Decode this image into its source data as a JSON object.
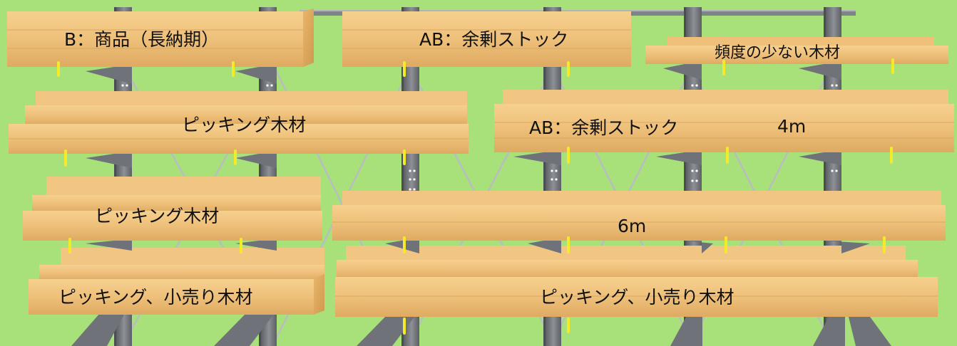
{
  "colors": {
    "background": "#a8e07a",
    "rack_steel": "#7f8288",
    "rack_steel_dark": "#55585e",
    "brace": "#b8bcc0",
    "lumber": "#f0c47c",
    "lumber_dark": "#d9a45e",
    "tag": "#f4ea2a"
  },
  "labels": {
    "b_long_lead": "B：商品（長納期）",
    "ab_surplus_top": "AB：余剰ストック",
    "infrequent": "頻度の少ない木材",
    "picking_mid_left": "ピッキング木材",
    "ab_surplus_mid": "AB：余剰ストック",
    "length_4m": "4m",
    "picking_low_left": "ピッキング木材",
    "length_6m": "6m",
    "picking_retail_left": "ピッキング、小売り木材",
    "picking_retail_right": "ピッキング、小売り木材"
  }
}
